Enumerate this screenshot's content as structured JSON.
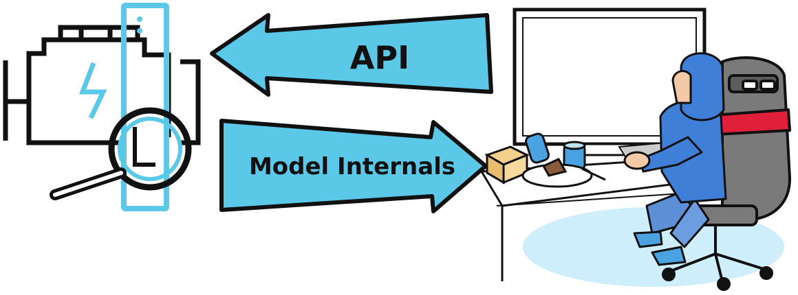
{
  "arrows": {
    "top_label": "API",
    "bottom_label": "Model Internals"
  },
  "colors": {
    "accent": "#5BC8E8",
    "ink": "#111111",
    "background": "#ffffff",
    "chair_gray": "#7a7a7a",
    "chair_stripe": "#e0203a",
    "floor_shadow": "#cdeefa"
  },
  "icons": {
    "left": "engine-inspection-icon",
    "right": "person-at-computer-illustration"
  }
}
